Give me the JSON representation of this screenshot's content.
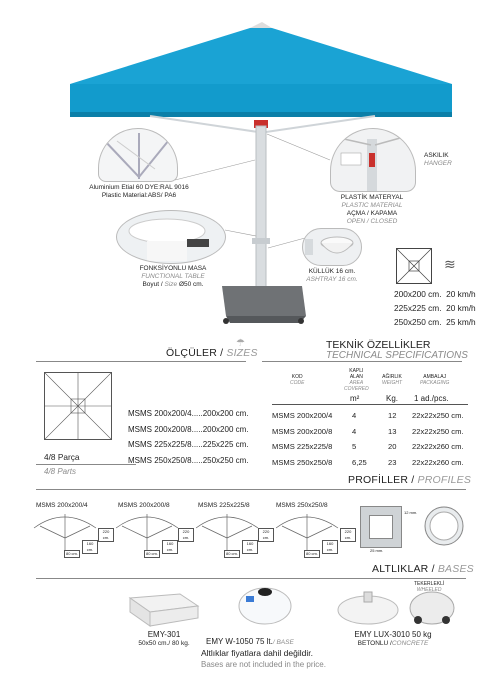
{
  "callouts": {
    "frame": {
      "line1": "Aluminium Etial 60 DYE:RAL 9016",
      "line2": "Plastic Material:ABS/ PA6"
    },
    "hanger": {
      "tr": "ASKILIK",
      "en": "HANGER"
    },
    "mechanism": {
      "tr1": "PLASTİK MATERYAL",
      "en1": "PLASTIC MATERIAL",
      "tr2": "AÇMA / KAPAMA",
      "en2": "OPEN / CLOSED"
    },
    "table": {
      "tr": "FONKSİYONLU MASA",
      "en": "FUNCTIONAL TABLE",
      "size_tr": "Boyut /",
      "size_en": "Size",
      "size_val": "Ø50 cm."
    },
    "ashtray": {
      "tr": "KÜLLÜK 16 cm.",
      "en": "ASHTRAY 16 cm."
    }
  },
  "wind": {
    "rows": [
      {
        "size": "200x200 cm.",
        "speed": "20 km/h"
      },
      {
        "size": "225x225 cm.",
        "speed": "20 km/h"
      },
      {
        "size": "250x250 cm.",
        "speed": "25 km/h"
      }
    ]
  },
  "sizes_section": {
    "title_tr": "ÖLÇÜLER /",
    "title_en": "SIZES",
    "parca_tr": "4/8 Parça",
    "parca_en": "4/8 Parts",
    "rows": [
      "MSMS 200x200/4.....200x200 cm.",
      "MSMS 200x200/8.....200x200 cm.",
      "MSMS 225x225/8.....225x225 cm.",
      "MSMS 250x250/8.....250x250 cm."
    ]
  },
  "specs": {
    "title_tr": "TEKNİK ÖZELLİKLER",
    "title_en": "TECHNICAL SPECIFICATIONS",
    "headers": {
      "code_tr": "KOD",
      "code_en": "CODE",
      "area_tr1": "KAPLI",
      "area_tr2": "ALAN",
      "area_en1": "AREA",
      "area_en2": "COVERED",
      "weight_tr": "AĞIRLIK",
      "weight_en": "WEIGHT",
      "pack_tr": "AMBALAJ",
      "pack_en": "PACKAGING"
    },
    "units": {
      "area": "m²",
      "weight": "Kg.",
      "pack": "1 ad./pcs."
    },
    "rows": [
      {
        "code": "MSMS 200x200/4",
        "area": "4",
        "weight": "12",
        "pack": "22x22x250 cm."
      },
      {
        "code": "MSMS 200x200/8",
        "area": "4",
        "weight": "13",
        "pack": "22x22x250 cm."
      },
      {
        "code": "MSMS 225x225/8",
        "area": "5",
        "weight": "20",
        "pack": "22x22x260 cm."
      },
      {
        "code": "MSMS 250x250/8",
        "area": "6,25",
        "weight": "23",
        "pack": "22x22x260 cm."
      }
    ]
  },
  "profiles": {
    "title_tr": "PROFİLLER /",
    "title_en": "PROFILES",
    "models": [
      "MSMS 200x200/4",
      "MSMS 200x200/8",
      "MSMS 225x225/8",
      "MSMS 250x250/8"
    ],
    "dims": [
      "220 cm.",
      "160 cm.",
      "80 cm."
    ],
    "profile_dims": {
      "w": "25 mm.",
      "h": "12 mm."
    }
  },
  "bases": {
    "title_tr": "ALTLIKLAR /",
    "title_en": "BASES",
    "wheeled_tr": "TEKERLEKLİ",
    "wheeled_en": "WHEELED",
    "items": [
      {
        "name": "EMY-301",
        "detail": "50x50 cm./ 80 kg."
      },
      {
        "name": "EMY W-1050 75 lt.",
        "detail_en": "/ BASE"
      },
      {
        "name": "EMY LUX-3010 50 kg",
        "detail_tr": "BETONLU /",
        "detail_en": "CONCRETE"
      }
    ],
    "note_tr": "Altlıklar fiyatlara dahil değildir.",
    "note_en": "Bases are not included in the price."
  },
  "colors": {
    "canopy": "#1aa3d4",
    "canopy_dark": "#0b7fa8",
    "pole": "#d9dde0",
    "base": "#6f7275"
  }
}
